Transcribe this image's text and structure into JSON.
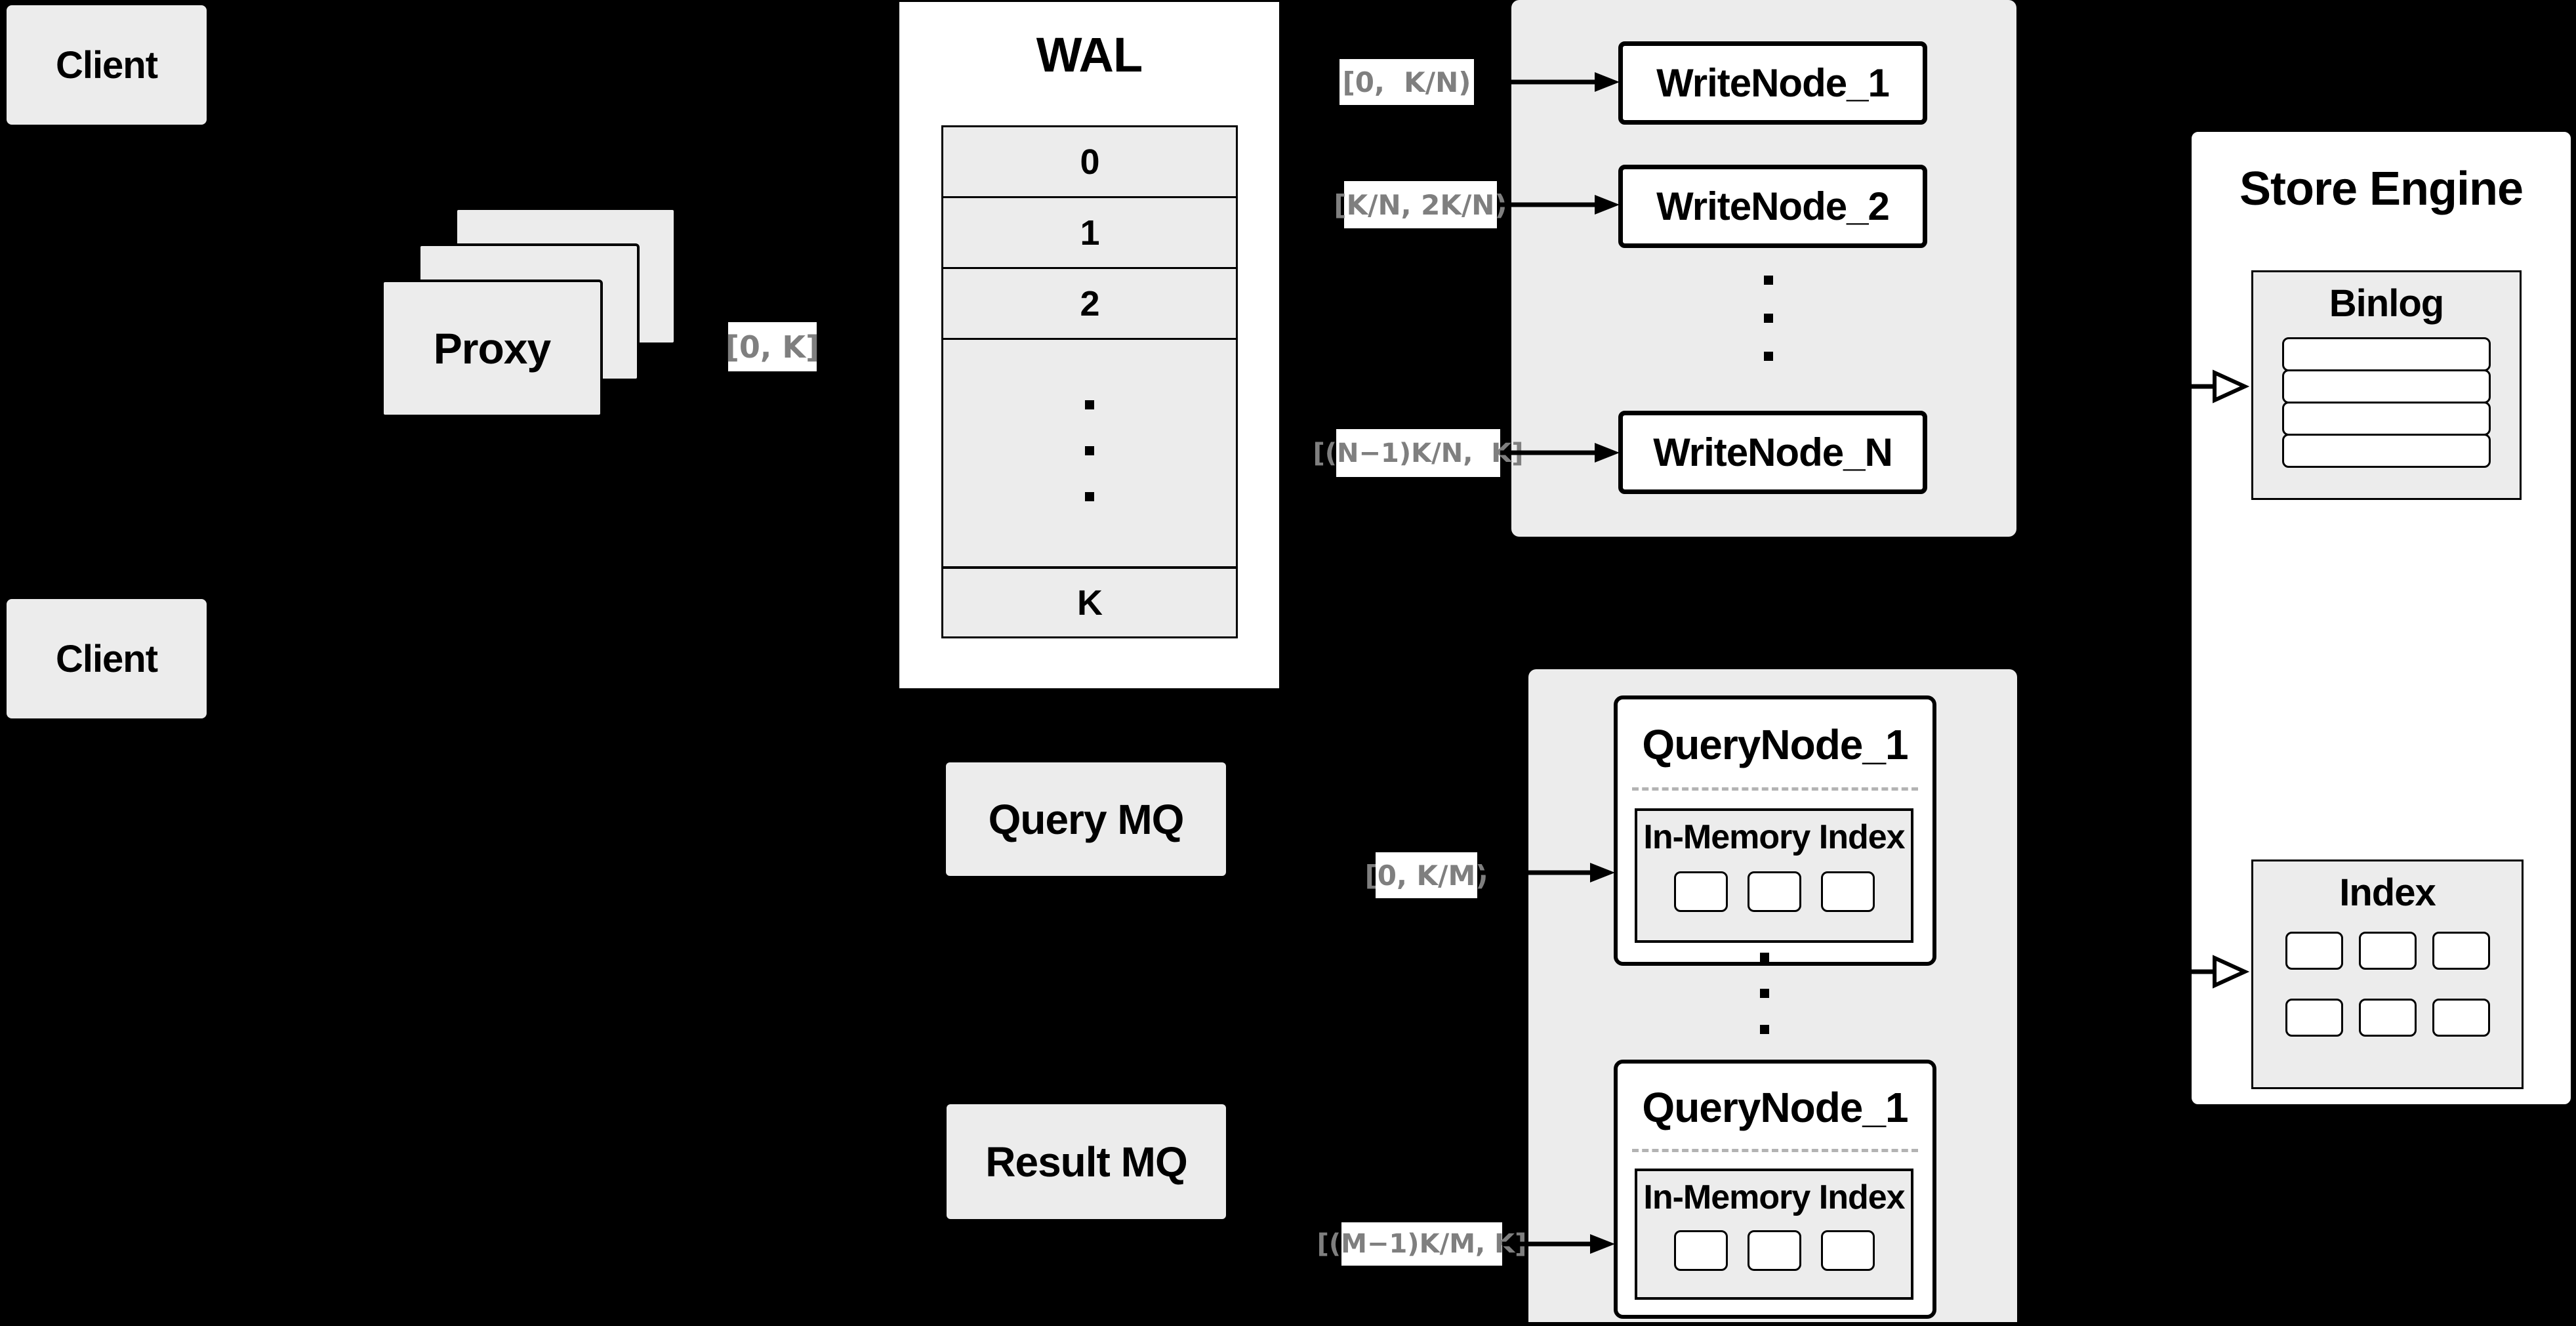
{
  "clients": [
    "Client",
    "Client"
  ],
  "proxy": {
    "label": "Proxy"
  },
  "chips": {
    "proxy_out": "[0, K]",
    "write_1": "[0,  K/N)",
    "write_2": "[K/N, 2K/N)",
    "write_n": "[(N−1)K/N,  K]",
    "query_first": "[0, K/M)",
    "query_last": "[(M−1)K/M, K]"
  },
  "wal": {
    "title": "WAL",
    "segments": [
      "0",
      "1",
      "2",
      "K"
    ]
  },
  "write_nodes": [
    "WriteNode_1",
    "WriteNode_2",
    "WriteNode_N"
  ],
  "mq": {
    "query": "Query MQ",
    "result": "Result MQ"
  },
  "query_nodes": [
    {
      "title": "QueryNode_1",
      "inner": "In-Memory Index"
    },
    {
      "title": "QueryNode_1",
      "inner": "In-Memory Index"
    }
  ],
  "store_engine": {
    "title": "Store Engine",
    "binlog_title": "Binlog",
    "index_title": "Index"
  },
  "colors": {
    "background": "#000000",
    "panel": "#ececec",
    "box": "#ffffff",
    "line": "#000000",
    "muted_text": "#7f7f7f"
  }
}
